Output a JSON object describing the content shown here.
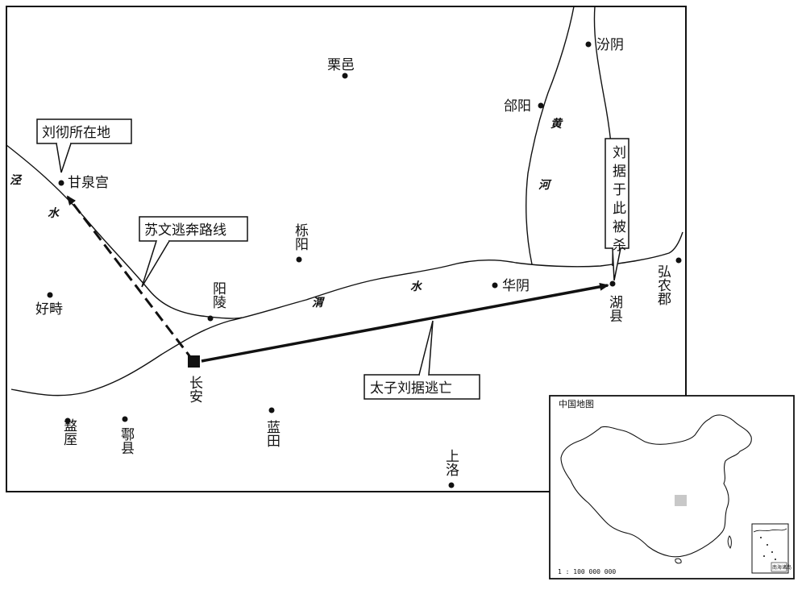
{
  "places": {
    "liyi": "栗邑",
    "fenyin": "汾阴",
    "heyang": "郃阳",
    "ganquan": "甘泉宫",
    "liyang": "栎阳",
    "yangling": "阳陵",
    "haozhi": "好畤",
    "changan": "长安",
    "huayin": "华阴",
    "huxian": "湖县",
    "hongnong": "弘农郡",
    "zhouzhi": "盩厔",
    "huxian2": "鄠县",
    "lantian": "蓝田",
    "shangluo": "上洛"
  },
  "rivers": {
    "jing1": "泾",
    "jing2": "水",
    "wei1": "渭",
    "wei2": "水",
    "huang1": "黄",
    "huang2": "河"
  },
  "callouts": {
    "liuche": "刘彻所在地",
    "suwen": "苏文逃奔路线",
    "taizi": "太子刘据逃亡",
    "liuju": "刘据于此被杀"
  },
  "inset": {
    "title": "中国地图",
    "scale": "1 : 100 000 000",
    "sea_label": "南海诸岛"
  },
  "colors": {
    "ink": "#111111",
    "highlight": "#c8c8c8"
  }
}
